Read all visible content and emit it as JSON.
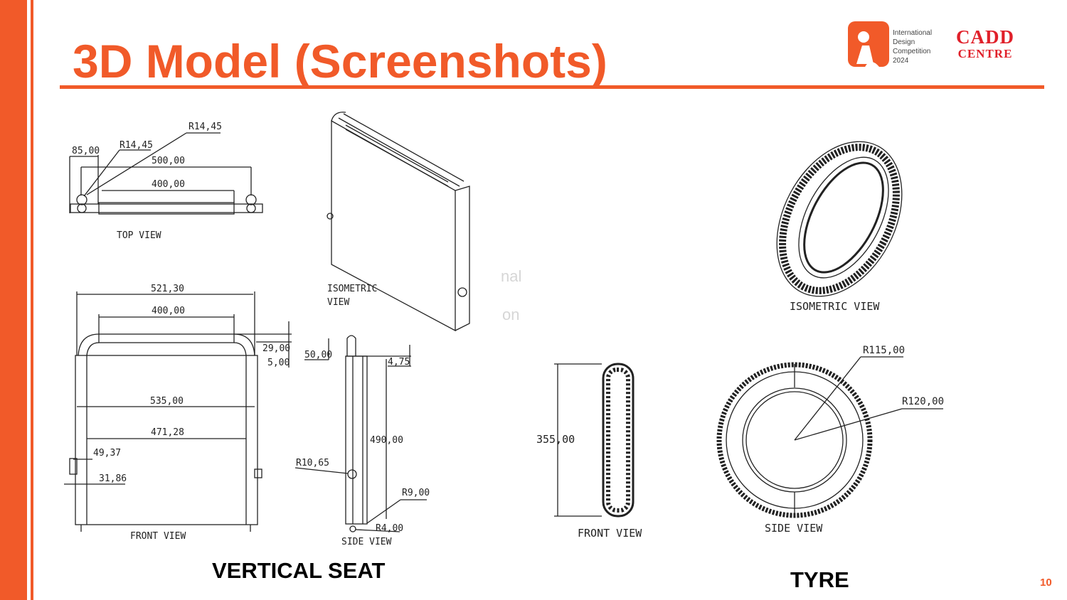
{
  "slide": {
    "title": "3D Model (Screenshots)",
    "page_number": "10",
    "accent_color": "#f15a29"
  },
  "logos": {
    "idc": {
      "line1": "International",
      "line2": "Design",
      "line3": "Competition",
      "line4": "2024"
    },
    "cadd": {
      "line1": "CADD",
      "line2": "CENTRE"
    }
  },
  "seat": {
    "caption": "VERTICAL SEAT",
    "top_view": {
      "label": "TOP VIEW",
      "dims": [
        "85,00",
        "R14,45",
        "R14,45",
        "500,00",
        "400,00"
      ]
    },
    "iso_view": {
      "label_1": "ISOMETRIC",
      "label_2": "VIEW"
    },
    "front_view": {
      "label": "FRONT VIEW",
      "dims": [
        "521,30",
        "400,00",
        "29,00",
        "5,00",
        "535,00",
        "471,28",
        "49,37",
        "31,86"
      ]
    },
    "side_view": {
      "label": "SIDE VIEW",
      "dims": [
        "50,00",
        "4,75",
        "490,00",
        "R10,65",
        "R9,00",
        "R4,00"
      ]
    }
  },
  "tyre": {
    "caption": "TYRE",
    "iso_view": {
      "label": "ISOMETRIC VIEW"
    },
    "front_view": {
      "label": "FRONT VIEW",
      "dims": [
        "355,00"
      ]
    },
    "side_view": {
      "label": "SIDE VIEW",
      "dims": [
        "R115,00",
        "R120,00"
      ]
    }
  },
  "ghost_text": [
    "nal",
    "on"
  ]
}
